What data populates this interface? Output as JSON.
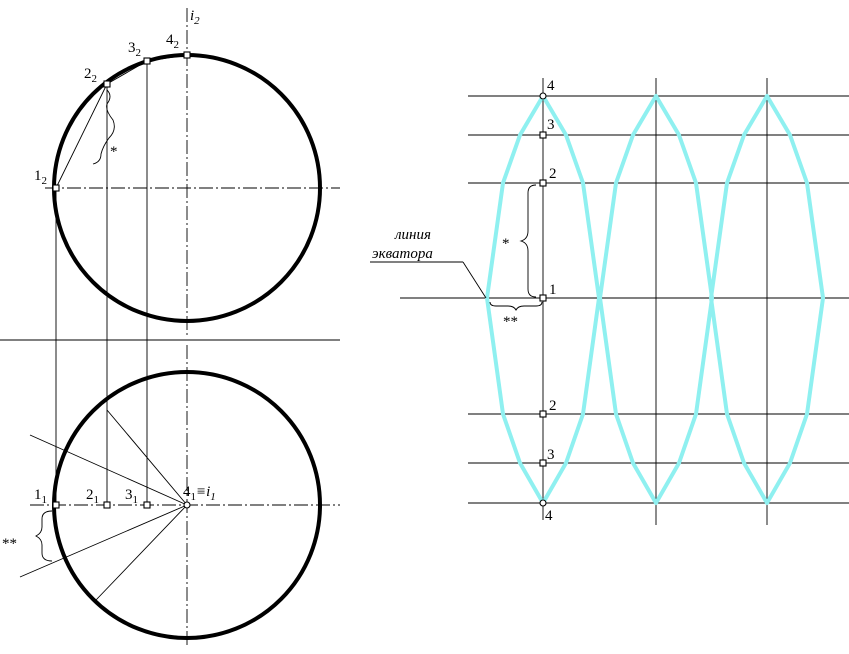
{
  "front_view": {
    "axis_label": "i",
    "axis_sub": "2",
    "points": [
      {
        "num": "1",
        "sub": "2"
      },
      {
        "num": "2",
        "sub": "2"
      },
      {
        "num": "3",
        "sub": "2"
      },
      {
        "num": "4",
        "sub": "2"
      }
    ],
    "star_mark": "*"
  },
  "top_view": {
    "points": [
      {
        "num": "1",
        "sub": "1"
      },
      {
        "num": "2",
        "sub": "1"
      },
      {
        "num": "3",
        "sub": "1"
      }
    ],
    "center_label": "4",
    "center_sub": "1",
    "center_equiv": "≡i",
    "center_equiv_sub": "1",
    "double_star_mark": "**"
  },
  "development": {
    "equator_label_line1": "линия",
    "equator_label_line2": "экватора",
    "numbers": [
      "4",
      "3",
      "2",
      "1",
      "2",
      "3",
      "4"
    ],
    "star_mark": "*",
    "double_star_mark": "**"
  },
  "colors": {
    "lines": "#000000",
    "gore_outline": "#8ff0f0"
  }
}
